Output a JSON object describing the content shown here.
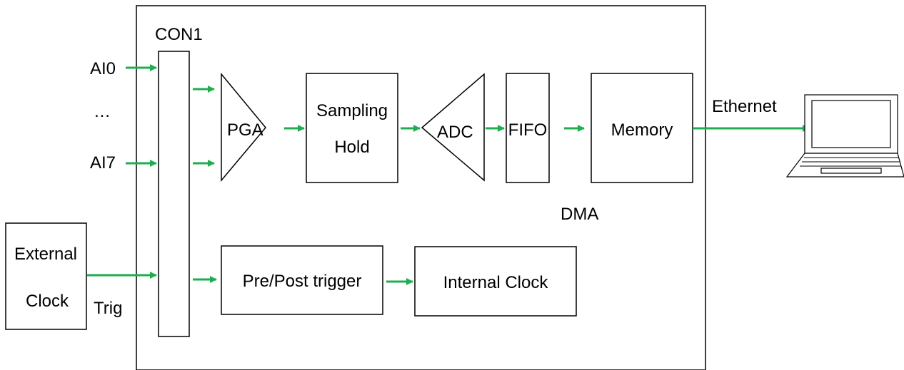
{
  "colors": {
    "arrow": "#1fae4f",
    "line": "#000000",
    "background": "#ffffff"
  },
  "inputs": {
    "ai0": "AI0",
    "ellipsis": "…",
    "ai7": "AI7",
    "trig": "Trig"
  },
  "connector": {
    "label": "CON1"
  },
  "external_clock": {
    "line1": "External",
    "line2": "Clock"
  },
  "blocks": {
    "pga": "PGA",
    "sampling_line1": "Sampling",
    "sampling_line2": "Hold",
    "adc": "ADC",
    "fifo": "FIFO",
    "memory": "Memory",
    "pre_post_trigger": "Pre/Post trigger",
    "internal_clock": "Internal Clock"
  },
  "labels": {
    "dma": "DMA",
    "ethernet": "Ethernet"
  },
  "icons": {
    "computer": "laptop-icon"
  }
}
